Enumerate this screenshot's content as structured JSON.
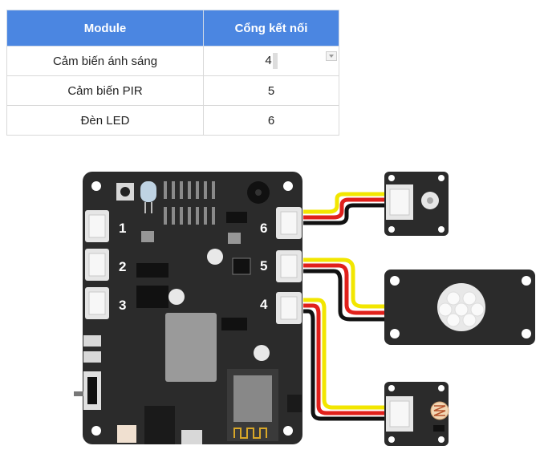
{
  "table": {
    "headers": [
      "Module",
      "Cổng kết nối"
    ],
    "rows": [
      {
        "module": "Cảm biến ánh sáng",
        "port": "4"
      },
      {
        "module": "Cảm biến PIR",
        "port": "5"
      },
      {
        "module": "Đèn LED",
        "port": "6"
      }
    ]
  },
  "board": {
    "port_labels_left": [
      "1",
      "2",
      "3"
    ],
    "port_labels_right": [
      "6",
      "5",
      "4"
    ]
  },
  "colors": {
    "header_bg": "#4b86e1",
    "board": "#2b2b2b",
    "wire_yellow": "#f2e600",
    "wire_red": "#e0201b",
    "wire_black": "#111111"
  }
}
